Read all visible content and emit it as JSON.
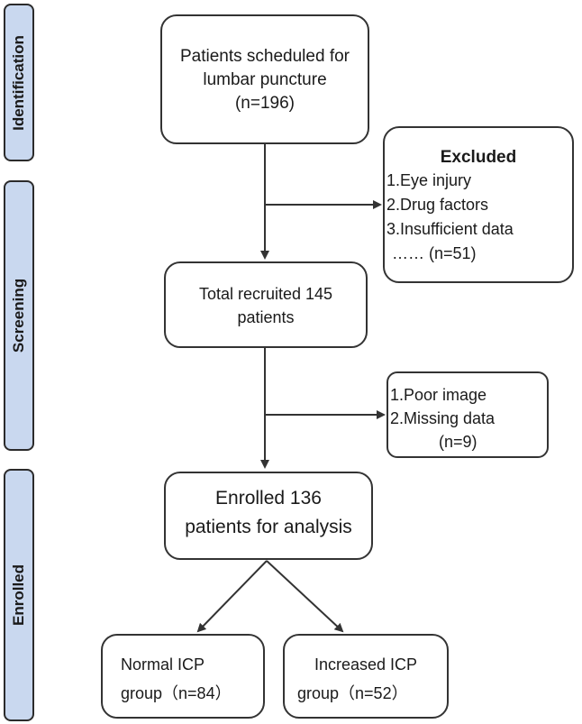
{
  "sidebar": {
    "identification": "Identification",
    "screening": "Screening",
    "enrolled": "Enrolled"
  },
  "boxes": {
    "scheduled": {
      "line1": "Patients scheduled for",
      "line2": "lumbar puncture",
      "line3": "(n=196)"
    },
    "excluded1": {
      "title": "Excluded",
      "item1": "1.Eye injury",
      "item2": "2.Drug factors",
      "item3": "3.Insufficient data",
      "item4": "……  (n=51)"
    },
    "recruited": {
      "line1": "Total recruited 145",
      "line2": "patients"
    },
    "excluded2": {
      "item1": "1.Poor image",
      "item2": "2.Missing data",
      "item3": "(n=9)"
    },
    "enrolled": {
      "line1": "Enrolled 136",
      "line2": "patients for analysis"
    },
    "normal": {
      "line1": "Normal ICP",
      "line2": "group（n=84）"
    },
    "increased": {
      "line1": "Increased ICP",
      "line2": "group（n=52）"
    }
  },
  "colors": {
    "sidebar_fill": "#c9d8ef",
    "border": "#333333",
    "arrow": "#333333"
  }
}
